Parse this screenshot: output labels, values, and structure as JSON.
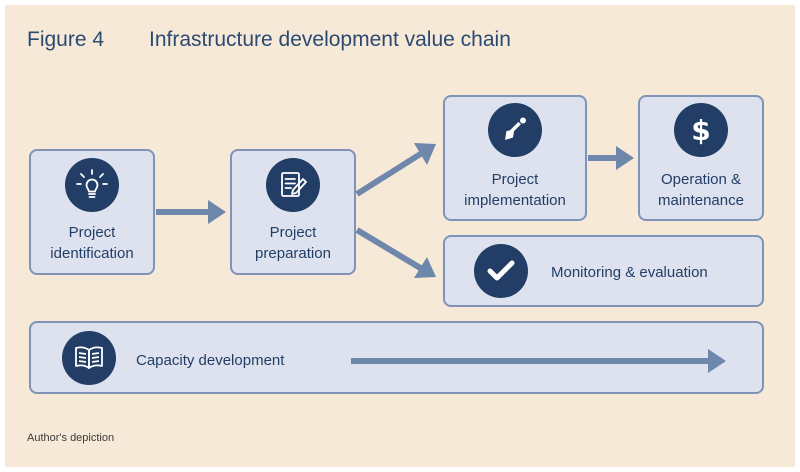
{
  "figure": {
    "number": "Figure 4",
    "title": "Infrastructure development value chain",
    "source": "Author's depiction"
  },
  "nodes": {
    "identification": {
      "label": "Project identification",
      "icon": "lightbulb-icon"
    },
    "preparation": {
      "label": "Project preparation",
      "icon": "checklist-pencil-icon"
    },
    "implementation": {
      "label": "Project implementation",
      "icon": "shovel-icon"
    },
    "operation": {
      "label": "Operation & maintenance",
      "icon": "dollar-icon"
    },
    "monitoring": {
      "label": "Monitoring & evaluation",
      "icon": "checkmark-icon"
    },
    "capacity": {
      "label": "Capacity development",
      "icon": "open-book-icon"
    }
  },
  "colors": {
    "background": "#f6e9d8",
    "box_fill": "#dde2ee",
    "box_border": "#7f93b7",
    "icon_circle": "#223e66",
    "text": "#223e66",
    "arrow": "#6f87ab"
  }
}
